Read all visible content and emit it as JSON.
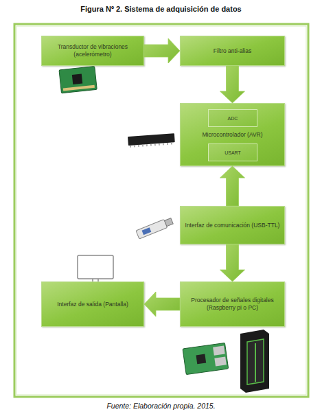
{
  "diagram": {
    "title": "Figura Nº 2. Sistema de adquisición de datos",
    "caption": "Fuente: Elaboración propia. 2015.",
    "nodes": [
      {
        "text": [
          "Transductor de vibraciones (acelerómetro)"
        ]
      },
      {
        "text": [
          "Filtro anti-alias"
        ]
      },
      {
        "text": [
          "Microcontrolador (AVR)"
        ]
      },
      {
        "text": [
          "ADC"
        ],
        "in": 2
      },
      {
        "text": [
          "USART"
        ],
        "in": 2
      },
      {
        "text": [
          "Interfaz de comunicación (USB-TTL)"
        ]
      },
      {
        "text": [
          "Procesador de señales digitales (Raspberry pi o PC)"
        ]
      },
      {
        "text": [
          "Interfaz de salida (Pantalla)"
        ]
      }
    ],
    "edges": [
      {
        "from": 0,
        "to": 1,
        "arrow": "to"
      },
      {
        "from": 1,
        "to": 2,
        "arrow": "to"
      },
      {
        "from": 5,
        "to": 2,
        "arrow": "to"
      },
      {
        "from": 5,
        "to": 6,
        "arrow": "to"
      },
      {
        "from": 6,
        "to": 7,
        "arrow": "to"
      }
    ]
  }
}
